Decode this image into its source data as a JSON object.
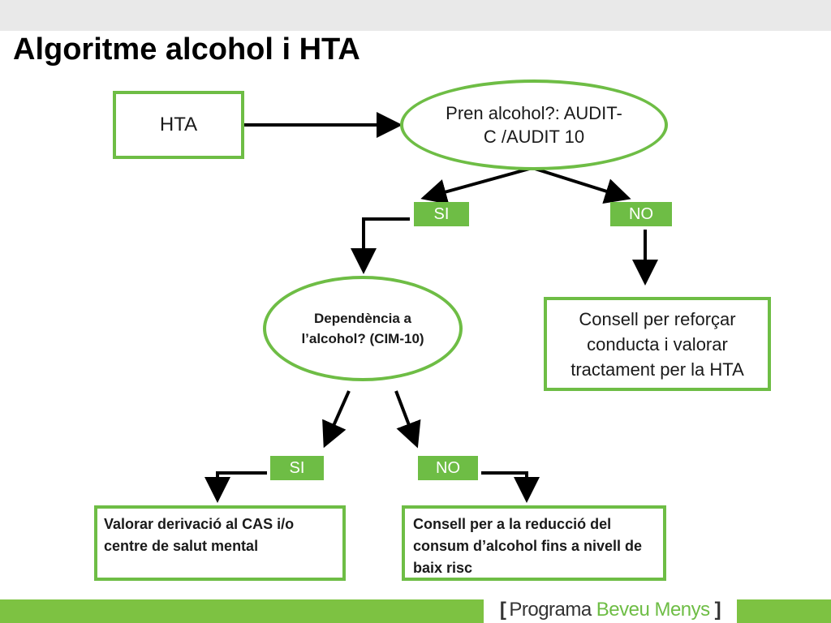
{
  "title": "Algoritme alcohol i HTA",
  "colors": {
    "accent_green": "#6ebd45",
    "footer_green": "#7dc242",
    "arrow_black": "#000000"
  },
  "nodes": {
    "hta": "HTA",
    "pren_alcohol": "Pren alcohol?: AUDIT-C /AUDIT 10",
    "dependencia": "Dependència a l’alcohol? (CIM-10)",
    "consell_reforcar": "Consell per reforçar conducta i valorar tractament per la HTA",
    "valorar_derivacio": "Valorar derivació al CAS i/o centre de salut mental",
    "consell_reduccio": "Consell per a la reducció del consum d’alcohol fins a nivell de baix risc"
  },
  "branches": {
    "si_1": "SI",
    "no_1": "NO",
    "si_2": "SI",
    "no_2": "NO"
  },
  "footer": {
    "bracket_open": "[",
    "word_1": "Programa",
    "word_2": "Beveu Menys",
    "bracket_close": "]"
  }
}
